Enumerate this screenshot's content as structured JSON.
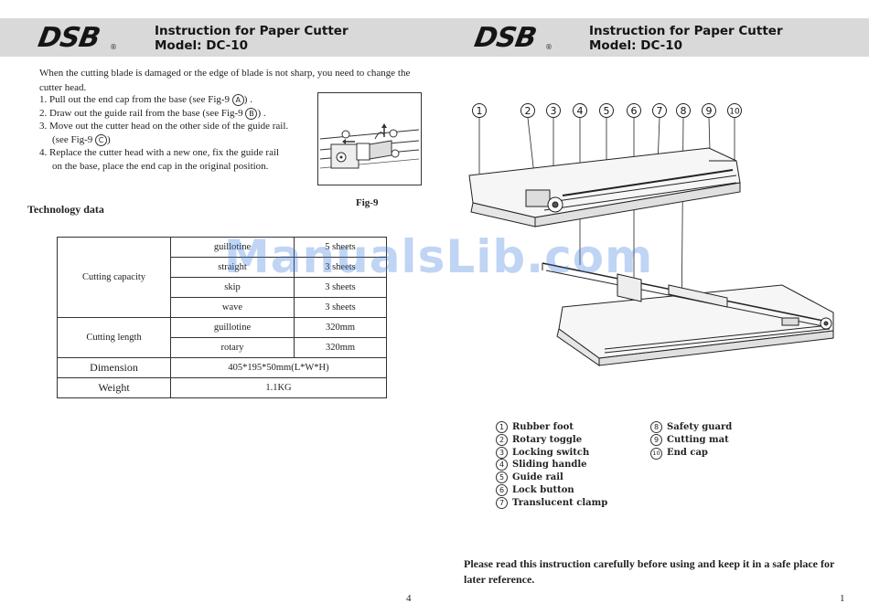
{
  "brand": {
    "logo": "DSB",
    "registered": "®"
  },
  "header": {
    "title_line1": "Instruction for Paper Cutter",
    "title_line2": "Model: DC-10"
  },
  "left_page": {
    "intro": "When the cutting blade is damaged or the edge of blade is not sharp, you need to change the cutter head.",
    "steps": [
      {
        "num": "1.",
        "text_before": "Pull out the end cap from the base (see Fig-9 ",
        "marker": "A",
        "text_after": ") ."
      },
      {
        "num": "2.",
        "text_before": "Draw out the guide rail from the base (see Fig-9 ",
        "marker": "B",
        "text_after": ") ."
      },
      {
        "num": "3.",
        "text_before": "Move out the cutter head on the other side of the guide rail.",
        "cont_before": "(see Fig-9 ",
        "marker": "C",
        "cont_after": ")"
      },
      {
        "num": "4.",
        "text_before": "Replace the cutter head with a new one, fix the guide rail",
        "cont_before": "on the base, place the end cap in the original position."
      }
    ],
    "figure_caption": "Fig-9",
    "tech_title": "Technology data",
    "tech_table": {
      "cutting_capacity": {
        "label": "Cutting capacity",
        "rows": [
          {
            "mode": "guillotine",
            "value": "5  sheets"
          },
          {
            "mode": "straight",
            "value": "3  sheets"
          },
          {
            "mode": "skip",
            "value": "3  sheets"
          },
          {
            "mode": "wave",
            "value": "3  sheets"
          }
        ]
      },
      "cutting_length": {
        "label": "Cutting length",
        "rows": [
          {
            "mode": "guillotine",
            "value": "320mm"
          },
          {
            "mode": "rotary",
            "value": "320mm"
          }
        ]
      },
      "dimension": {
        "label": "Dimension",
        "value": "405*195*50mm(L*W*H)"
      },
      "weight": {
        "label": "Weight",
        "value": "1.1KG"
      }
    },
    "page_number": "4"
  },
  "right_page": {
    "callout_numbers": [
      "1",
      "2",
      "3",
      "4",
      "5",
      "6",
      "7",
      "8",
      "9",
      "10"
    ],
    "legend_left": [
      {
        "num": "1",
        "label": "Rubber foot"
      },
      {
        "num": "2",
        "label": "Rotary toggle"
      },
      {
        "num": "3",
        "label": "Locking switch"
      },
      {
        "num": "4",
        "label": "Sliding handle"
      },
      {
        "num": "5",
        "label": "Guide rail"
      },
      {
        "num": "6",
        "label": "Lock button"
      },
      {
        "num": "7",
        "label": "Translucent clamp"
      }
    ],
    "legend_right": [
      {
        "num": "8",
        "label": "Safety guard"
      },
      {
        "num": "9",
        "label": "Cutting mat"
      },
      {
        "num": "10",
        "label": "End cap"
      }
    ],
    "notice": "Please read this instruction carefully before using and keep it in a safe place for later reference.",
    "page_number": "1"
  },
  "watermark": "ManualsLib.com"
}
